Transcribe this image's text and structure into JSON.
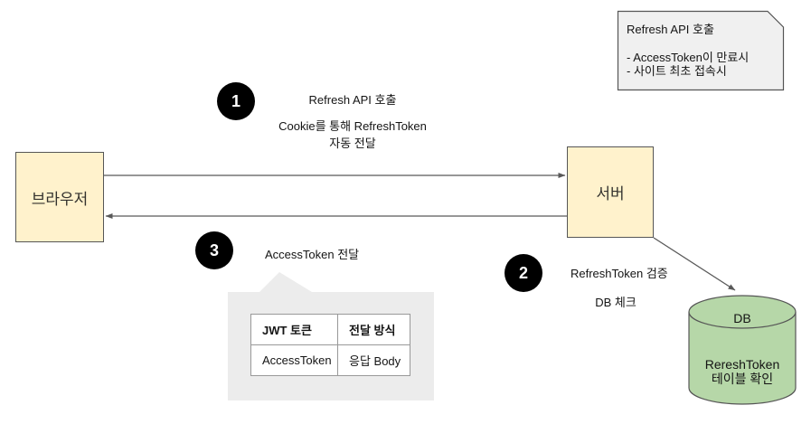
{
  "note": {
    "title": "Refresh API 호출",
    "bullets": [
      "- AccessToken이 만료시",
      "- 사이트 최초 접속시"
    ]
  },
  "steps": {
    "one": {
      "number": "1",
      "title": "Refresh API 호출",
      "desc1": "Cookie를 통해 RefreshToken",
      "desc2": "자동 전달"
    },
    "two": {
      "number": "2",
      "title": "RefreshToken 검증",
      "desc": "DB 체크"
    },
    "three": {
      "number": "3",
      "title": "AccessToken 전달"
    }
  },
  "nodes": {
    "browser": {
      "label": "브라우저"
    },
    "server": {
      "label": "서버"
    },
    "db": {
      "label": "DB",
      "line1": "RereshToken",
      "line2": "테이블 확인"
    }
  },
  "table": {
    "headers": [
      "JWT 토큰",
      "전달 방식"
    ],
    "rows": [
      [
        "AccessToken",
        "응답 Body"
      ]
    ]
  },
  "colors": {
    "node_fill": "#fff2cc",
    "db_fill": "#b6d7a8",
    "note_fill": "#f0f0f0",
    "callout_fill": "#ececec",
    "stroke": "#565656",
    "arrow": "#595959",
    "table_border": "#999999",
    "badge_fill": "#000000"
  }
}
